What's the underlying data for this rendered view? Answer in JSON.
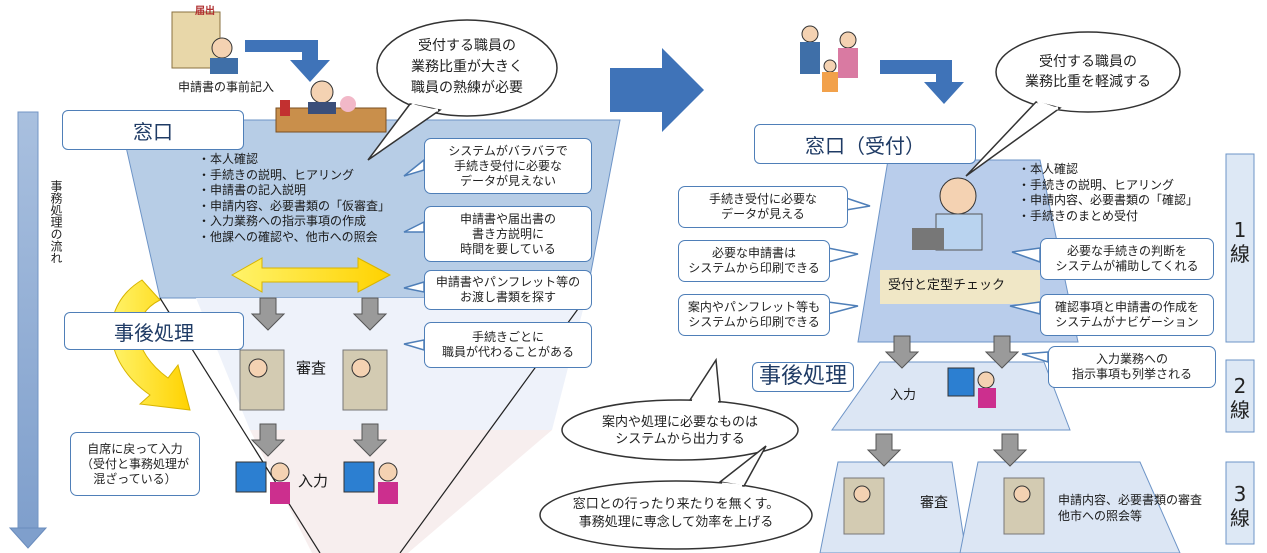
{
  "left": {
    "application_prefill": "申請書の事前記入",
    "stamp_label": "届出",
    "window_title": "窓口",
    "bubble_top": [
      "受付する職員の",
      "業務比重が大きく",
      "職員の熟練が必要"
    ],
    "tasks": [
      "・本人確認",
      "・手続きの説明、ヒアリング",
      "・申請書の記入説明",
      "・申請内容、必要書類の「仮審査」",
      "・入力業務への指示事項の作成",
      "・他課への確認や、他市への照会"
    ],
    "callouts": [
      [
        "システムがバラバラで",
        "手続き受付に必要な",
        "データが見えない"
      ],
      [
        "申請書や届出書の",
        "書き方説明に",
        "時間を要している"
      ],
      [
        "申請書やパンフレット等の",
        "お渡し書類を探す"
      ],
      [
        "手続きごとに",
        "職員が代わることがある"
      ]
    ],
    "flow_label": "事務処理の流れ",
    "post_title": "事後処理",
    "review_label": "審査",
    "input_label": "入力",
    "return_note": [
      "自席に戻って入力",
      "（受付と事務処理が",
      "混ざっている）"
    ]
  },
  "right": {
    "window_title": "窓口（受付）",
    "bubble_top": [
      "受付する職員の",
      "業務比重を軽減する"
    ],
    "tasks": [
      "・本人確認",
      "・手続きの説明、ヒアリング",
      "・申請内容、必要書類の「確認」",
      "・手続きのまとめ受付"
    ],
    "left_callouts": [
      [
        "手続き受付に必要な",
        "データが見える"
      ],
      [
        "必要な申請書は",
        "システムから印刷できる"
      ],
      [
        "案内やパンフレット等も",
        "システムから印刷できる"
      ]
    ],
    "right_callouts": [
      [
        "必要な手続きの判断を",
        "システムが補助してくれる"
      ],
      [
        "確認事項と申請書の作成を",
        "システムがナビゲーション"
      ],
      [
        "入力業務への",
        "指示事項も列挙される"
      ]
    ],
    "check_label": "受付と定型チェック",
    "post_title": "事後処理",
    "input_label": "入力",
    "review_label": "審査",
    "review_note": [
      "申請内容、必要書類の審査",
      "他市への照会等"
    ],
    "bubble_output": [
      "案内や処理に必要なものは",
      "システムから出力する"
    ],
    "bubble_bottom": [
      "窓口との行ったり来たりを無くす。",
      "事務処理に専念して効率を上げる"
    ],
    "lines": [
      {
        "num": "1",
        "word": "線"
      },
      {
        "num": "2",
        "word": "線"
      },
      {
        "num": "3",
        "word": "線"
      }
    ]
  }
}
